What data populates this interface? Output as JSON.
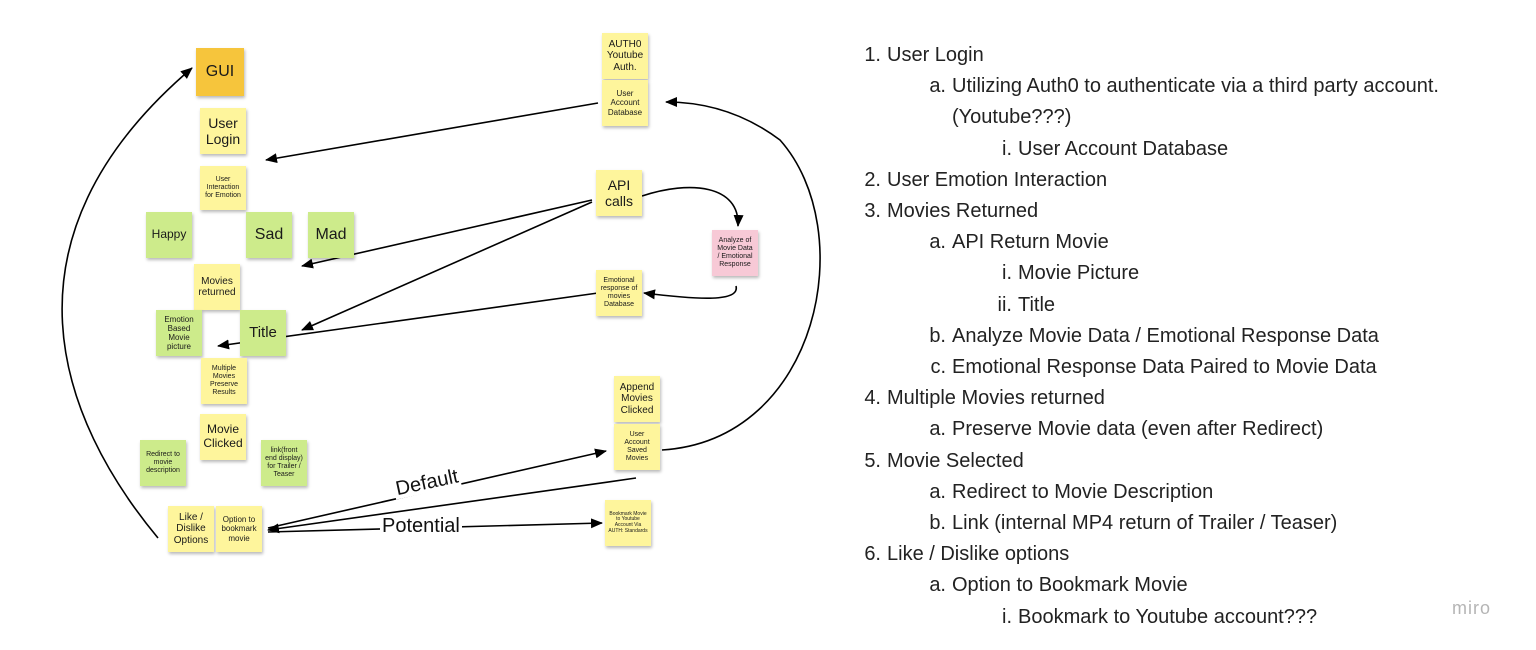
{
  "notes": {
    "gui": "GUI",
    "auth0": "AUTH0\nYoutube\nAuth.",
    "user_account_db": "User\nAccount\nDatabase",
    "user_login": "User\nLogin",
    "user_interaction": "User\nInteraction\nfor Emotion",
    "api_calls": "API\ncalls",
    "happy": "Happy",
    "sad": "Sad",
    "mad": "Mad",
    "analyze": "Analyze of\nMovie Data\n/ Emotional\nResponse",
    "movies_returned": "Movies\nreturned",
    "emotional_db": "Emotional\nresponse of\nmovies\nDatabase",
    "emotion_picture": "Emotion\nBased\nMovie\npicture",
    "title": "Title",
    "multiple_movies": "Multiple\nMovies\nPreserve\nResults",
    "append_movies": "Append\nMovies\nClicked",
    "movie_clicked": "Movie\nClicked",
    "user_saved": "User\nAccount\nSaved\nMovies",
    "redirect": "Redirect to\nmovie\ndescription",
    "link_trailer": "link(front\nend display)\nfor Trailer /\nTeaser",
    "like_dislike": "Like /\nDislike\nOptions",
    "bookmark_option": "Option to\nbookmark\nmovie",
    "bookmark_youtube": "Bookmark Movie\nto Youtube\nAccount Via\nAUTH: Standards"
  },
  "labels": {
    "default": "Default",
    "potential": "Potential"
  },
  "outline": [
    {
      "num": "1.",
      "text": "User Login"
    },
    {
      "num": "a.",
      "text": "Utilizing Auth0 to authenticate via a third party account."
    },
    {
      "num": "",
      "text": "(Youtube???)"
    },
    {
      "num": "i.",
      "text": "User Account Database"
    },
    {
      "num": "2.",
      "text": "User Emotion Interaction"
    },
    {
      "num": "3.",
      "text": "Movies Returned"
    },
    {
      "num": "a.",
      "text": "API Return Movie"
    },
    {
      "num": "i.",
      "text": "Movie Picture"
    },
    {
      "num": "ii.",
      "text": "Title"
    },
    {
      "num": "b.",
      "text": "Analyze Movie Data / Emotional Response Data"
    },
    {
      "num": "c.",
      "text": "Emotional Response Data Paired to Movie Data"
    },
    {
      "num": "4.",
      "text": "Multiple Movies returned"
    },
    {
      "num": "a.",
      "text": "Preserve Movie data (even after Redirect)"
    },
    {
      "num": "5.",
      "text": "Movie Selected"
    },
    {
      "num": "a.",
      "text": "Redirect to Movie Description"
    },
    {
      "num": "b.",
      "text": "Link (internal MP4 return of Trailer / Teaser)"
    },
    {
      "num": "6.",
      "text": "Like / Dislike options"
    },
    {
      "num": "a.",
      "text": "Option to Bookmark Movie"
    },
    {
      "num": "i.",
      "text": "Bookmark to Youtube account???"
    }
  ],
  "brand": "miro"
}
